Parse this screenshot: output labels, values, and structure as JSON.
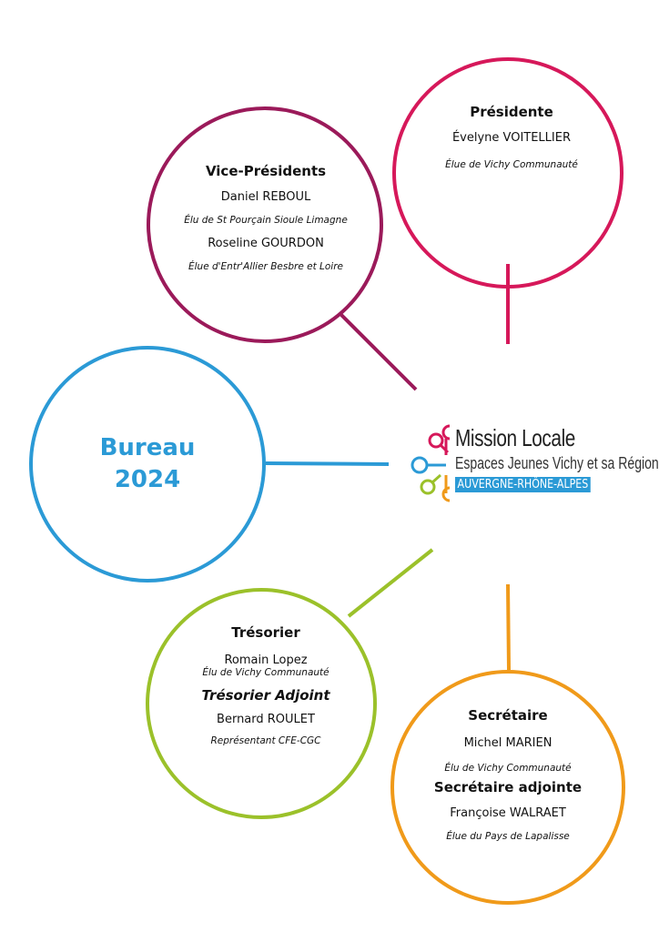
{
  "colors": {
    "presidente": "#d6185a",
    "vice": "#9b1a5a",
    "bureau": "#2b9ad6",
    "tresorier": "#9bc12a",
    "secretaire": "#f09a1a"
  },
  "bureau": {
    "line1": "Bureau",
    "line2": "2024"
  },
  "presidente": {
    "title": "Présidente",
    "name": "Évelyne VOITELLIER",
    "role": "Élue de Vichy Communauté"
  },
  "vice": {
    "title": "Vice-Présidents",
    "name1": "Daniel REBOUL",
    "role1": "Élu de St Pourçain Sioule Limagne",
    "name2": "Roseline GOURDON",
    "role2": "Élue d'Entr'Allier Besbre et Loire"
  },
  "tresorier": {
    "title": "Trésorier",
    "name1": "Romain Lopez",
    "role1": "Élu de Vichy Communauté",
    "title2": "Trésorier Adjoint",
    "name2": "Bernard ROULET",
    "role2": "Représentant CFE-CGC"
  },
  "secretaire": {
    "title": "Secrétaire",
    "name1": "Michel MARIEN",
    "role1": "Élu de Vichy Communauté",
    "title2": "Secrétaire adjointe",
    "name2": "Françoise WALRAET",
    "role2": "Élue du Pays de Lapalisse"
  },
  "logo": {
    "line1": "Mission Locale",
    "line2": "Espaces Jeunes Vichy et sa Région",
    "line3": "AUVERGNE-RHÔNE-ALPES"
  }
}
